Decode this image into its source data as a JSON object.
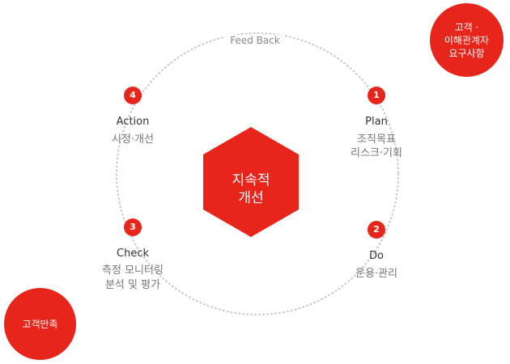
{
  "colors": {
    "accent": "#e8251b",
    "dotted_line": "#c8c8c8",
    "title_text": "#333333",
    "desc_text": "#777777"
  },
  "center": {
    "line1": "지속적",
    "line2": "개선"
  },
  "feedback_label": "Feed Back",
  "steps": [
    {
      "number": "1",
      "title": "Plan",
      "desc_line1": "조직목표",
      "desc_line2": "리스크·기회"
    },
    {
      "number": "2",
      "title": "Do",
      "desc_line1": "운용·관리",
      "desc_line2": ""
    },
    {
      "number": "3",
      "title": "Check",
      "desc_line1": "측정 모니터링",
      "desc_line2": "분석 및 평가"
    },
    {
      "number": "4",
      "title": "Action",
      "desc_line1": "시정·개선",
      "desc_line2": ""
    }
  ],
  "bubbles": {
    "stakeholders_line1": "고객 ·",
    "stakeholders_line2": "이해관계자",
    "stakeholders_line3": "요구사항",
    "satisfaction": "고객만족"
  }
}
